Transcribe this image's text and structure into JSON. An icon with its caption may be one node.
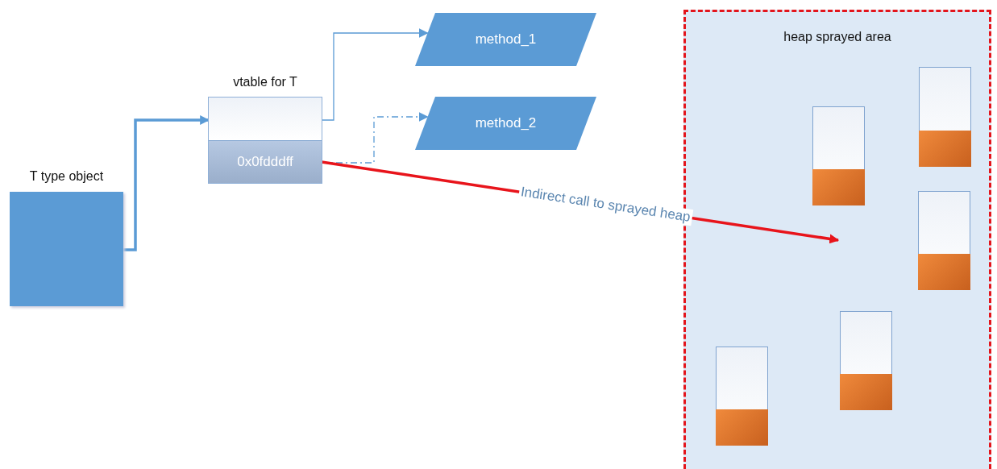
{
  "diagram": {
    "nodes": [
      {
        "text": [
          "T type object"
        ]
      },
      {
        "text": [
          "vtable for T"
        ]
      },
      {
        "text": [],
        "shape": "box",
        "in": 1
      },
      {
        "text": [
          "0x0fdddff"
        ],
        "in": 1
      },
      {
        "text": [
          "method_1"
        ]
      },
      {
        "text": [
          "method_2"
        ]
      },
      {
        "text": [
          "heap sprayed area"
        ]
      },
      {
        "text": [],
        "shape": "box",
        "in": 6
      },
      {
        "text": [],
        "shape": "box",
        "in": 6
      },
      {
        "text": [],
        "shape": "box",
        "in": 6
      },
      {
        "text": [],
        "shape": "box",
        "in": 6
      },
      {
        "text": [],
        "shape": "box",
        "in": 6
      }
    ],
    "edges": [
      {
        "from": 0,
        "to": 2,
        "arrow": "to",
        "style": "thick"
      },
      {
        "from": 2,
        "to": 4,
        "arrow": "to"
      },
      {
        "from": 3,
        "to": 5,
        "arrow": "to",
        "style": "dashed"
      },
      {
        "from": 3,
        "to": null,
        "arrow": "to",
        "style": "thick",
        "color": "#e8141b",
        "label": "Indirect call to sprayed heap"
      }
    ]
  }
}
